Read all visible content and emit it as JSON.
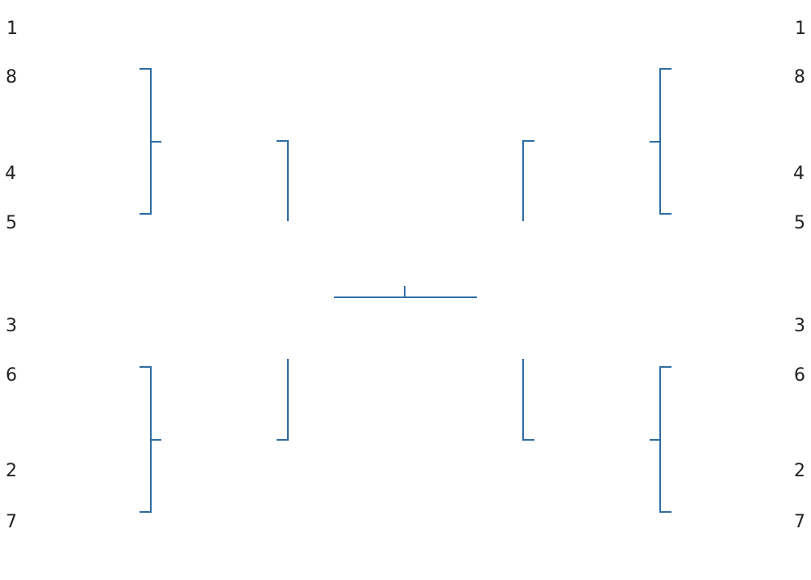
{
  "bracket": {
    "line_color": "#2e6da4",
    "text_color": "#222222",
    "left_seeds": [
      "1",
      "8",
      "4",
      "5",
      "3",
      "6",
      "2",
      "7"
    ],
    "right_seeds": [
      "1",
      "8",
      "4",
      "5",
      "3",
      "6",
      "2",
      "7"
    ]
  }
}
